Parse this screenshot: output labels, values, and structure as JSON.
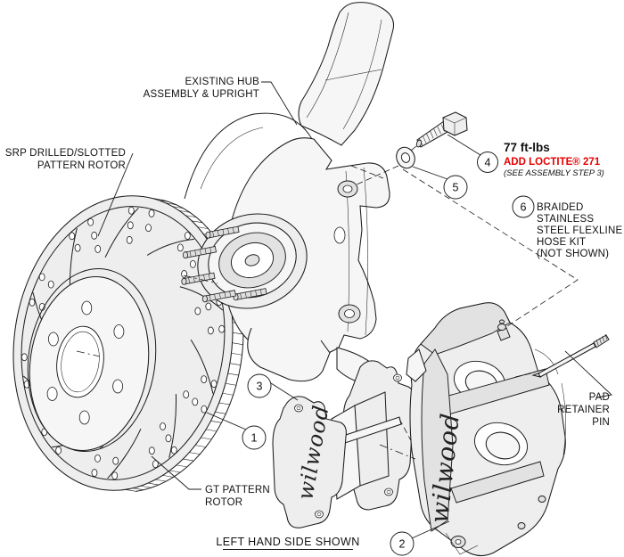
{
  "colors": {
    "line": "#1c1c1c",
    "red": "#e60000",
    "fill": "#eaeaea",
    "bg": "#ffffff"
  },
  "brand": {
    "logo_text": "wilwood"
  },
  "labels": {
    "hub_line1": "EXISTING HUB",
    "hub_line2": "ASSEMBLY & UPRIGHT",
    "srp_line1": "SRP DRILLED/SLOTTED",
    "srp_line2": "PATTERN ROTOR",
    "torque": "77 ft-lbs",
    "loctite": "ADD LOCTITE® 271",
    "loctite_note": "(SEE ASSEMBLY STEP 3)",
    "hose": [
      "BRAIDED",
      "STAINLESS",
      "STEEL FLEXLINE",
      "HOSE KIT",
      "(NOT SHOWN)"
    ],
    "pad_pin": [
      "PAD",
      "RETAINER",
      "PIN"
    ],
    "gt_line1": "GT PATTERN",
    "gt_line2": "ROTOR",
    "footer": "LEFT HAND SIDE SHOWN"
  },
  "callouts": [
    "1",
    "2",
    "3",
    "4",
    "5",
    "6"
  ]
}
